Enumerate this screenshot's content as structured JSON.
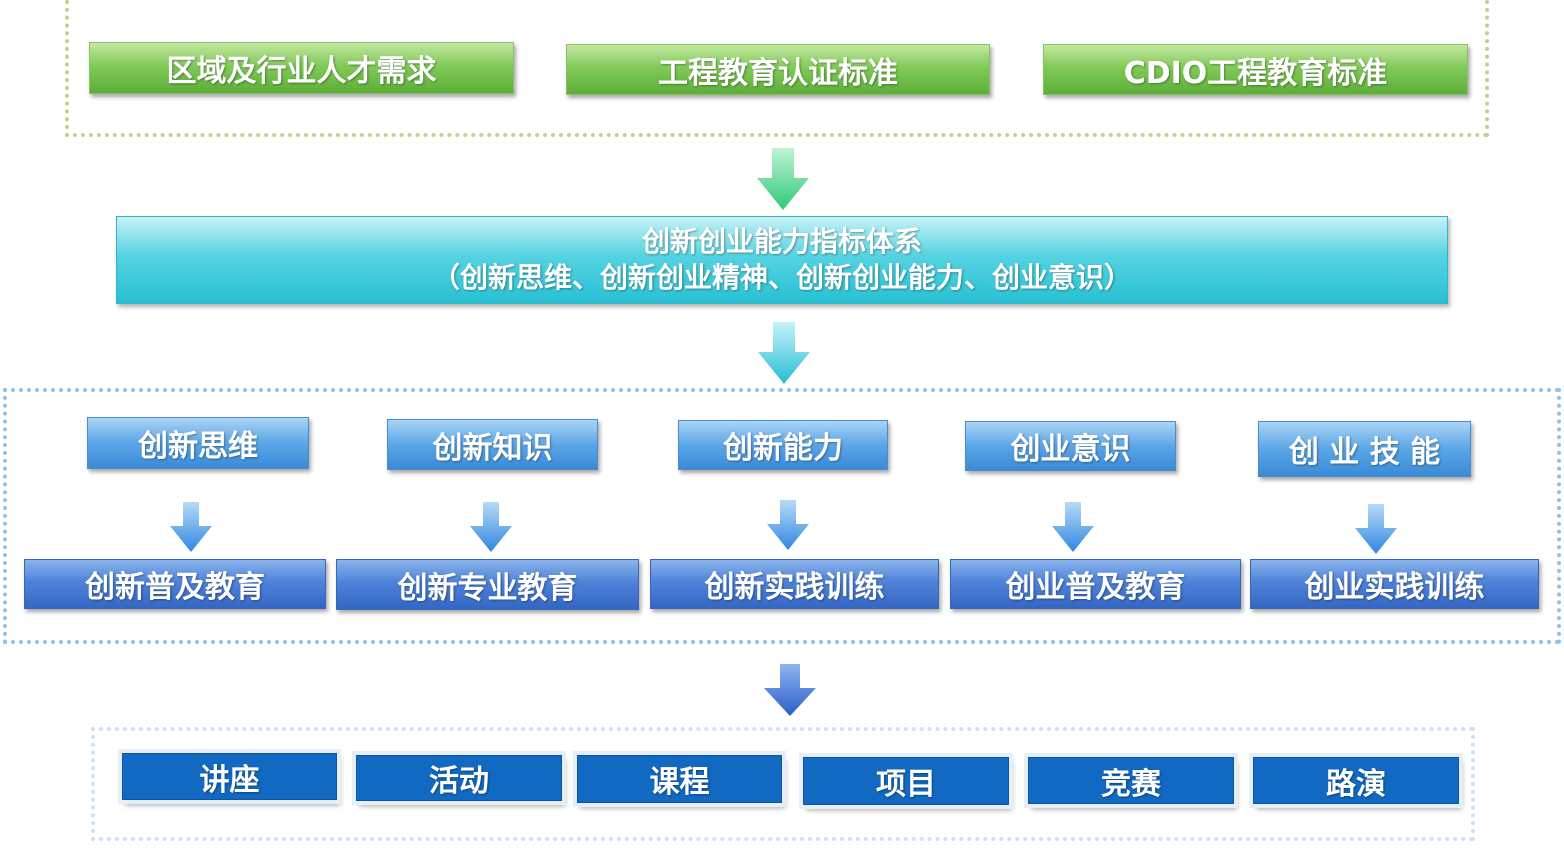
{
  "requirements": [
    "区域及行业人才需求",
    "工程教育认证标准",
    "CDIO工程教育标准"
  ],
  "index_system": {
    "title": "创新创业能力指标体系",
    "subtitle": "（创新思维、创新创业精神、创新创业能力、创业意识）"
  },
  "capabilities": [
    "创新思维",
    "创新知识",
    "创新能力",
    "创业意识",
    "创 业 技 能"
  ],
  "education": [
    "创新普及教育",
    "创新专业教育",
    "创新实践训练",
    "创业普及教育",
    "创业实践训练"
  ],
  "activities": [
    "讲座",
    "活动",
    "课程",
    "项目",
    "竞赛",
    "路演"
  ],
  "colors": {
    "requirement_green": "#6bbd45",
    "index_cyan": "#3ccbdc",
    "capability_blue": "#4b98e0",
    "education_blue": "#3f72cc",
    "activity_blue": "#1269c2",
    "arrow_green": "#5fd99a",
    "arrow_cyan": "#4ed0e4",
    "arrow_blue": "#3f8fe6",
    "arrow_navy": "#3a6fd4"
  }
}
